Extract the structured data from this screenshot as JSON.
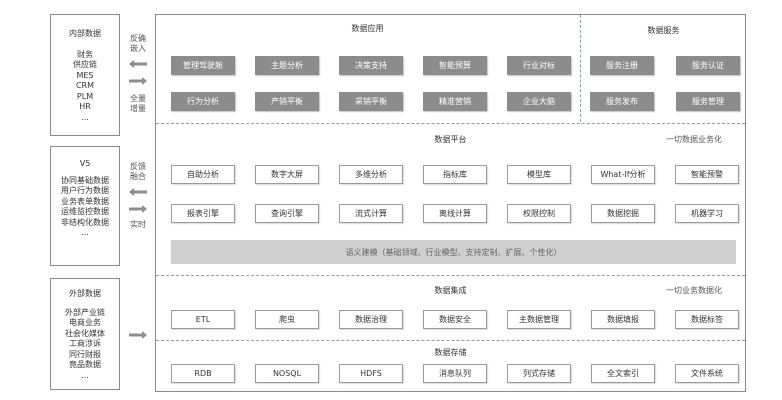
{
  "left": {
    "internal": {
      "title": "内部数据",
      "items": [
        "财务",
        "供应链",
        "MES",
        "CRM",
        "PLM",
        "HR",
        "..."
      ]
    },
    "v5": {
      "title": "V5",
      "items": [
        "协同基础数据",
        "用户行为数据",
        "业务表单数据",
        "运维监控数据",
        "非结构化数据",
        "..."
      ]
    },
    "external": {
      "title": "外部数据",
      "items": [
        "外部产业链",
        "电商业务",
        "社会化媒体",
        "工商涉诉",
        "同行财报",
        "竟品数据",
        "..."
      ]
    }
  },
  "connectors": {
    "c1_top": [
      "反确",
      "嵌入"
    ],
    "c1_bottom": [
      "全量",
      "增量"
    ],
    "c2_top": [
      "反馈",
      "融合"
    ],
    "c2_bottom": [
      "实时"
    ]
  },
  "app": {
    "title": "数据应用",
    "row1": [
      "管理驾驶舱",
      "主题分析",
      "决策支持",
      "智能预算",
      "行业对标"
    ],
    "row2": [
      "行为分析",
      "产销平衡",
      "采销平衡",
      "精准营销",
      "企业大脑"
    ]
  },
  "service": {
    "title": "数据服务",
    "row1": [
      "服务注册",
      "服务认证"
    ],
    "row2": [
      "服务发布",
      "服务管理"
    ]
  },
  "platform": {
    "title": "数据平台",
    "note": "一切数据业务化",
    "row1": [
      "自助分析",
      "数字大屏",
      "多维分析",
      "指标库",
      "模型库",
      "What-If分析",
      "智能预警"
    ],
    "row2": [
      "报表引擎",
      "查询引擎",
      "流式计算",
      "离线计算",
      "权限控制",
      "数据挖掘",
      "机器学习"
    ],
    "semantic": "语义建模（基础领域、行业模型、支持定制、扩展、个性化）"
  },
  "integration": {
    "title": "数据集成",
    "note": "一切业务数据化",
    "items": [
      "ETL",
      "爬虫",
      "数据治理",
      "数据安全",
      "主数据管理",
      "数据填报",
      "数据标签"
    ]
  },
  "storage": {
    "title": "数据存储",
    "items": [
      "RDB",
      "NOSQL",
      "HDFS",
      "消息队列",
      "列式存储",
      "全文索引",
      "文件系统"
    ]
  }
}
